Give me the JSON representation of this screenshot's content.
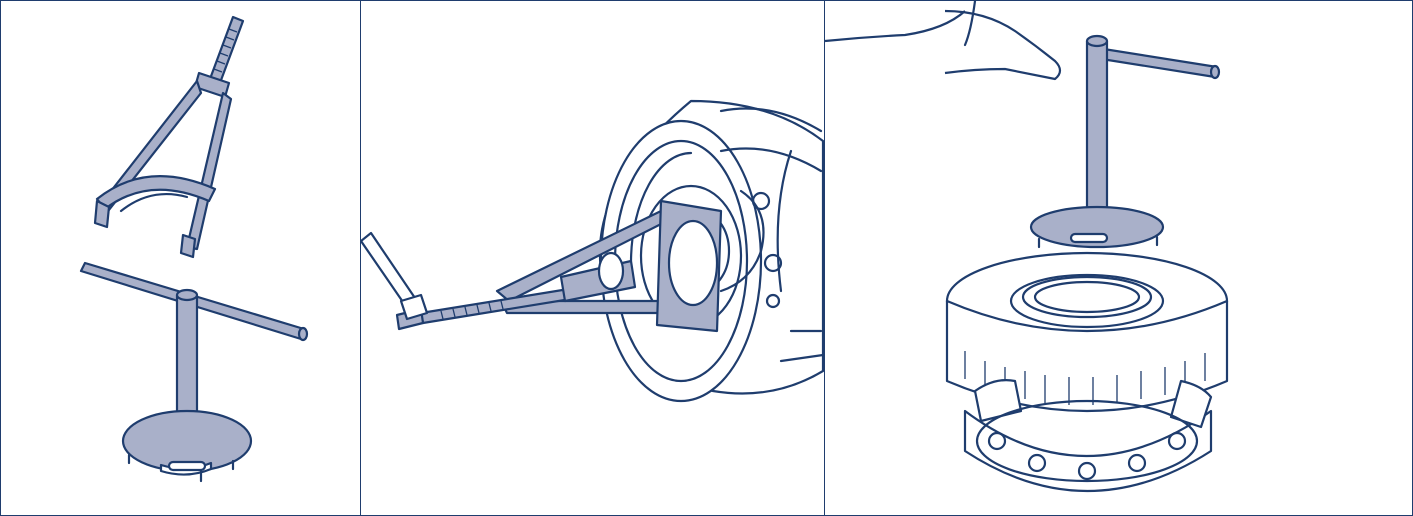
{
  "panels": [
    {
      "name": "panel-tools"
    },
    {
      "name": "panel-puller-on-hub"
    },
    {
      "name": "panel-driver-on-disc"
    }
  ],
  "colors": {
    "line": "#1f3d6e",
    "fill": "#a9b0c9",
    "background": "#ffffff"
  }
}
